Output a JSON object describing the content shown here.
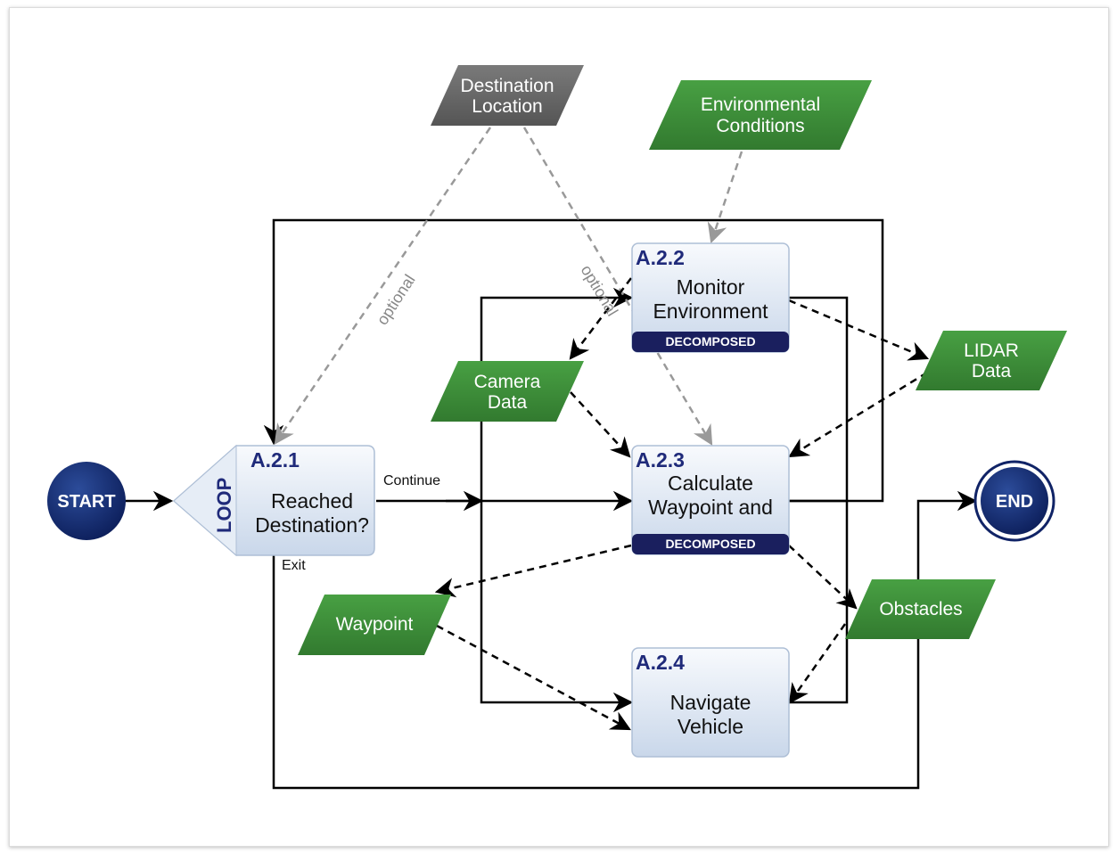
{
  "colors": {
    "data_green": "#3e8e3a",
    "data_gray": "#6b6b6b",
    "process_fill_top": "#f7f9fc",
    "process_fill_bottom": "#cbd8ea",
    "navy": "#1c2d6b",
    "dashed_gray": "#999999"
  },
  "terminals": {
    "start": "START",
    "end": "END"
  },
  "data_nodes": {
    "destination_location": [
      "Destination",
      "Location"
    ],
    "environmental_conditions": [
      "Environmental",
      "Conditions"
    ],
    "lidar_data": [
      "LIDAR",
      "Data"
    ],
    "camera_data": [
      "Camera",
      "Data"
    ],
    "waypoint": [
      "Waypoint"
    ],
    "obstacles": [
      "Obstacles"
    ]
  },
  "processes": {
    "a221": {
      "id": "A.2.1",
      "title": [
        "Reached",
        "Destination?"
      ],
      "loop_label": "LOOP"
    },
    "a222": {
      "id": "A.2.2",
      "title": [
        "Monitor",
        "Environment"
      ],
      "badge": "DECOMPOSED"
    },
    "a223": {
      "id": "A.2.3",
      "title": [
        "Calculate",
        "Waypoint and"
      ],
      "badge": "DECOMPOSED"
    },
    "a224": {
      "id": "A.2.4",
      "title": [
        "Navigate",
        "Vehicle"
      ]
    }
  },
  "edge_labels": {
    "continue": "Continue",
    "exit": "Exit",
    "optional_left": "optional",
    "optional_right": "optional"
  }
}
